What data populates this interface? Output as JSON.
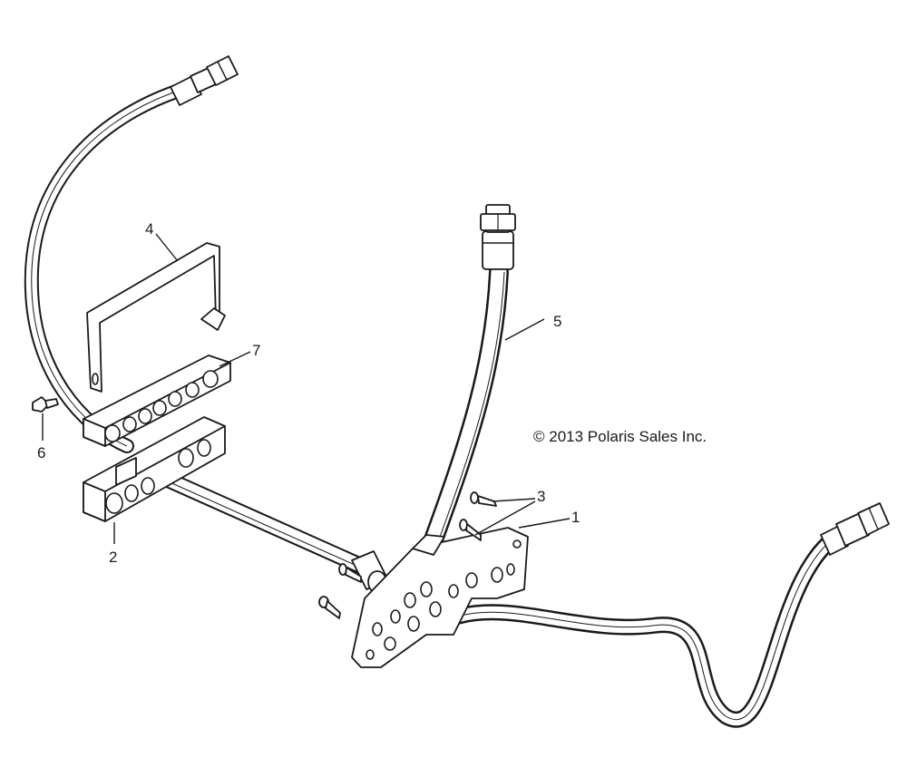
{
  "callouts": [
    {
      "id": "1",
      "label": "1"
    },
    {
      "id": "2",
      "label": "2"
    },
    {
      "id": "3",
      "label": "3"
    },
    {
      "id": "4",
      "label": "4"
    },
    {
      "id": "5",
      "label": "5"
    },
    {
      "id": "6",
      "label": "6"
    },
    {
      "id": "7",
      "label": "7"
    }
  ],
  "copyright": "© 2013 Polaris Sales Inc."
}
